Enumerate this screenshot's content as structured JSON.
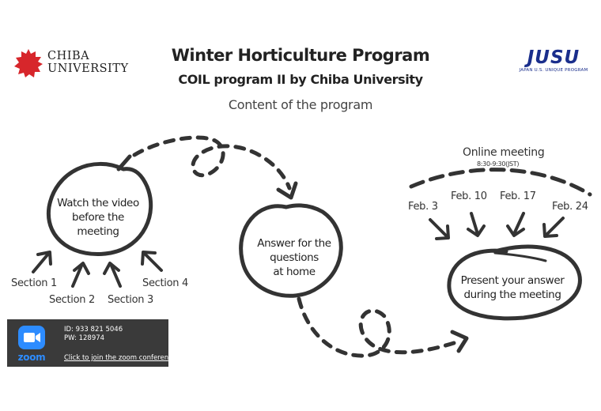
{
  "header": {
    "title": "Winter Horticulture Program",
    "subtitle": "COIL program II by Chiba University",
    "content_title": "Content of the program"
  },
  "logos": {
    "chiba_line1": "CHIBA",
    "chiba_line2": "UNIVERSITY",
    "jusu_mark": "JUSU",
    "jusu_tagline": "JAPAN U.S. UNIQUE PROGRAM"
  },
  "steps": {
    "step1": {
      "line1": "Watch the video",
      "line2": "before the",
      "line3": "meeting"
    },
    "step2": {
      "line1": "Answer for the",
      "line2": "questions",
      "line3": "at home"
    },
    "step3": {
      "line1": "Present your answer",
      "line2": "during the meeting"
    }
  },
  "sections": [
    "Section 1",
    "Section 2",
    "Section 3",
    "Section 4"
  ],
  "online_meeting": {
    "label": "Online meeting",
    "time": "8:30-9:30(JST)",
    "dates": [
      "Feb. 3",
      "Feb. 10",
      "Feb. 17",
      "Feb. 24"
    ]
  },
  "zoom": {
    "brand": "zoom",
    "id_line": "ID:  933 821 5046",
    "pw_line": "PW: 128974",
    "link_text": "Click to join the zoom conference"
  },
  "colors": {
    "ink": "#333333",
    "jusu_blue": "#1a2e8c",
    "chiba_red": "#d7262b",
    "zoom_blue": "#2d8cff",
    "zoom_panel": "#3a3a3a"
  }
}
